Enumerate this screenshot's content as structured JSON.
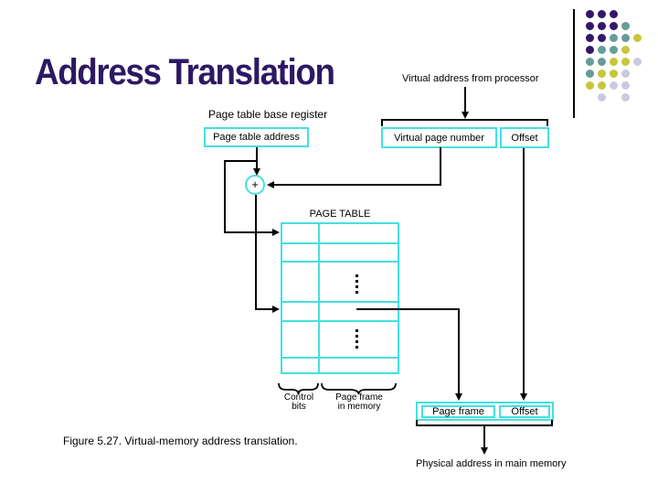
{
  "slide": {
    "title": "Address Translation",
    "caption": "Figure 5.27. Virtual-memory address translation."
  },
  "processor": {
    "label": "Virtual address from processor"
  },
  "registers": {
    "base_register_label": "Page table base register",
    "page_table_address": "Page table address"
  },
  "virtual_address": {
    "page_number": "Virtual page number",
    "offset": "Offset"
  },
  "adder": {
    "plus": "+"
  },
  "page_table": {
    "title": "PAGE TABLE",
    "control_bits": [
      "Control",
      "bits"
    ],
    "frame_label": [
      "Page frame",
      "in memory"
    ]
  },
  "physical_address": {
    "page_frame": "Page frame",
    "offset": "Offset",
    "label": "Physical address in main memory"
  },
  "colors": {
    "title_text": "#2d1963",
    "box_border": "#45e0e1",
    "line": "#000000",
    "dot_purple": "#34176b",
    "dot_teal": "#679c9c",
    "dot_yellow": "#c6c73b",
    "dot_lavender": "#c9cade"
  },
  "decor": {
    "dot_pattern": [
      "PPP..",
      "PPPT.",
      "PPTTY",
      "PTTY.",
      "TTYYL",
      "TYYL.",
      "YYLL.",
      ".L.L."
    ]
  }
}
